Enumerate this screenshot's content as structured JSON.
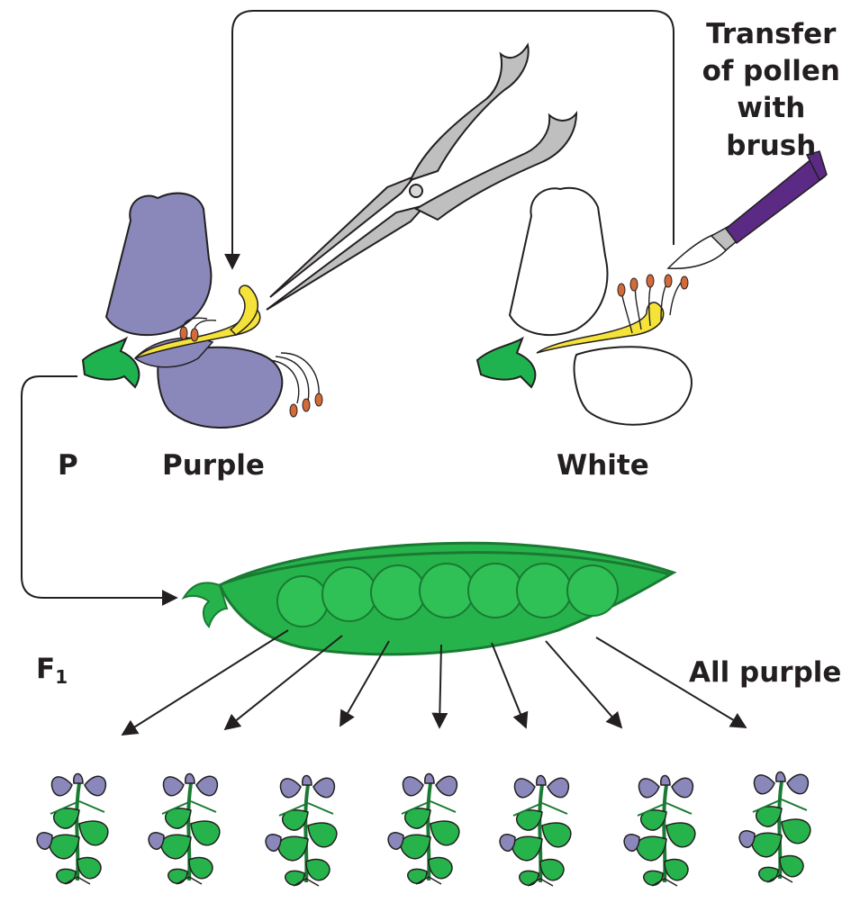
{
  "labels": {
    "transfer_lines": [
      "Transfer",
      "of pollen",
      "with",
      "brush"
    ],
    "parent": "P",
    "purple": "Purple",
    "white": "White",
    "f1_letter": "F",
    "f1_subscript": "1",
    "all_purple": "All purple"
  },
  "colors": {
    "purple_petal": "#8a88bb",
    "white_petal": "#ffffff",
    "sepal_green": "#1fb34f",
    "pistil_yellow": "#f5e33a",
    "anther_orange": "#d36a3a",
    "brush_purple": "#5b2a84",
    "pod_green": "#27b34b",
    "line_black": "#231f20"
  }
}
